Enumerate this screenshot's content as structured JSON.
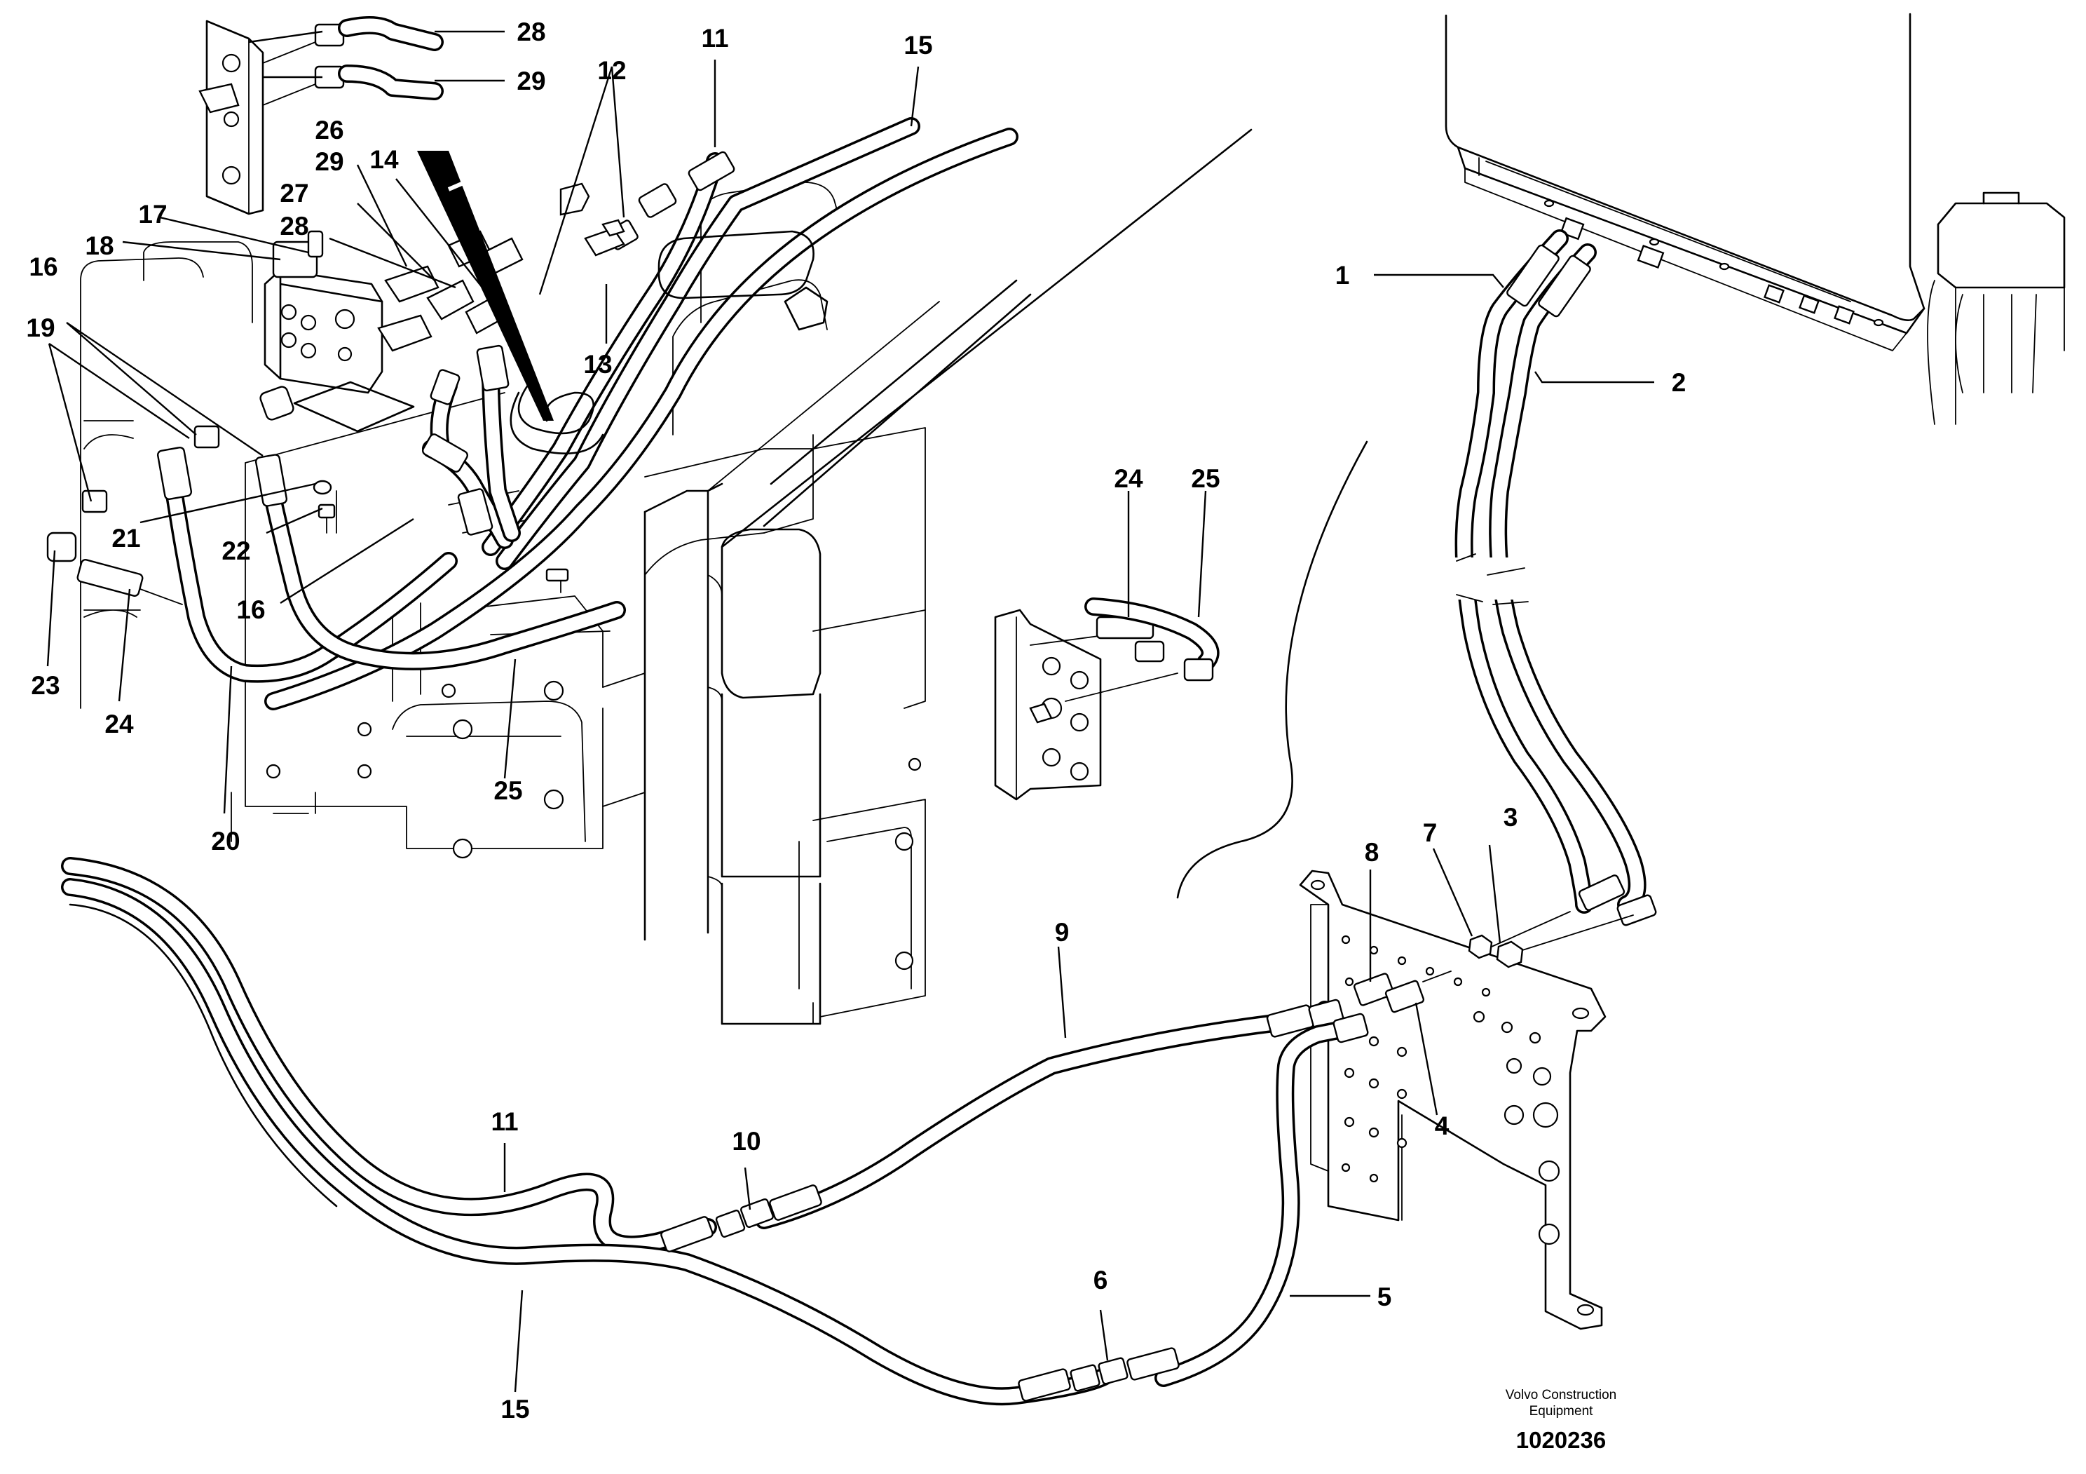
{
  "diagram": {
    "callouts": [
      {
        "id": "c1",
        "text": "1"
      },
      {
        "id": "c2",
        "text": "2"
      },
      {
        "id": "c3",
        "text": "3"
      },
      {
        "id": "c4",
        "text": "4"
      },
      {
        "id": "c5",
        "text": "5"
      },
      {
        "id": "c6",
        "text": "6"
      },
      {
        "id": "c7",
        "text": "7"
      },
      {
        "id": "c8",
        "text": "8"
      },
      {
        "id": "c9",
        "text": "9"
      },
      {
        "id": "c10",
        "text": "10"
      },
      {
        "id": "c11a",
        "text": "11"
      },
      {
        "id": "c11b",
        "text": "11"
      },
      {
        "id": "c12",
        "text": "12"
      },
      {
        "id": "c13",
        "text": "13"
      },
      {
        "id": "c14",
        "text": "14"
      },
      {
        "id": "c15a",
        "text": "15"
      },
      {
        "id": "c15b",
        "text": "15"
      },
      {
        "id": "c16a",
        "text": "16"
      },
      {
        "id": "c16b",
        "text": "16"
      },
      {
        "id": "c17",
        "text": "17"
      },
      {
        "id": "c18",
        "text": "18"
      },
      {
        "id": "c19",
        "text": "19"
      },
      {
        "id": "c20",
        "text": "20"
      },
      {
        "id": "c21",
        "text": "21"
      },
      {
        "id": "c22",
        "text": "22"
      },
      {
        "id": "c23",
        "text": "23"
      },
      {
        "id": "c24a",
        "text": "24"
      },
      {
        "id": "c24b",
        "text": "24"
      },
      {
        "id": "c25a",
        "text": "25"
      },
      {
        "id": "c25b",
        "text": "25"
      },
      {
        "id": "c26",
        "text": "26"
      },
      {
        "id": "c27",
        "text": "27"
      },
      {
        "id": "c28a",
        "text": "28"
      },
      {
        "id": "c28b",
        "text": "28"
      },
      {
        "id": "c29a",
        "text": "29"
      },
      {
        "id": "c29b",
        "text": "29"
      }
    ],
    "footer": {
      "brand_line1": "Volvo Construction",
      "brand_line2": "Equipment",
      "drawing_number": "1020236"
    }
  }
}
